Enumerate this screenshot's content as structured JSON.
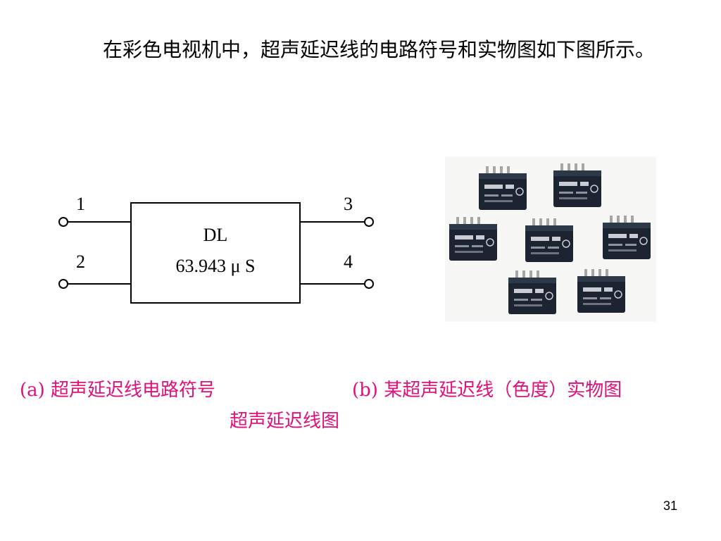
{
  "intro_text": "在彩色电视机中，超声延迟线的电路符号和实物图如下图所示。",
  "symbol": {
    "label_dl": "DL",
    "label_delay": "63.943 μ S",
    "pins": [
      "1",
      "2",
      "3",
      "4"
    ]
  },
  "captions": {
    "a": "(a) 超声延迟线电路符号",
    "b": "(b) 某超声延迟线（色度）实物图",
    "figure_title": "超声延迟线图"
  },
  "page_number": "31",
  "colors": {
    "text": "#000000",
    "caption": "#e0107a",
    "component_body": "#1b2430",
    "component_label": "#c9ccd2",
    "pin_metal": "#a6a6a6"
  }
}
